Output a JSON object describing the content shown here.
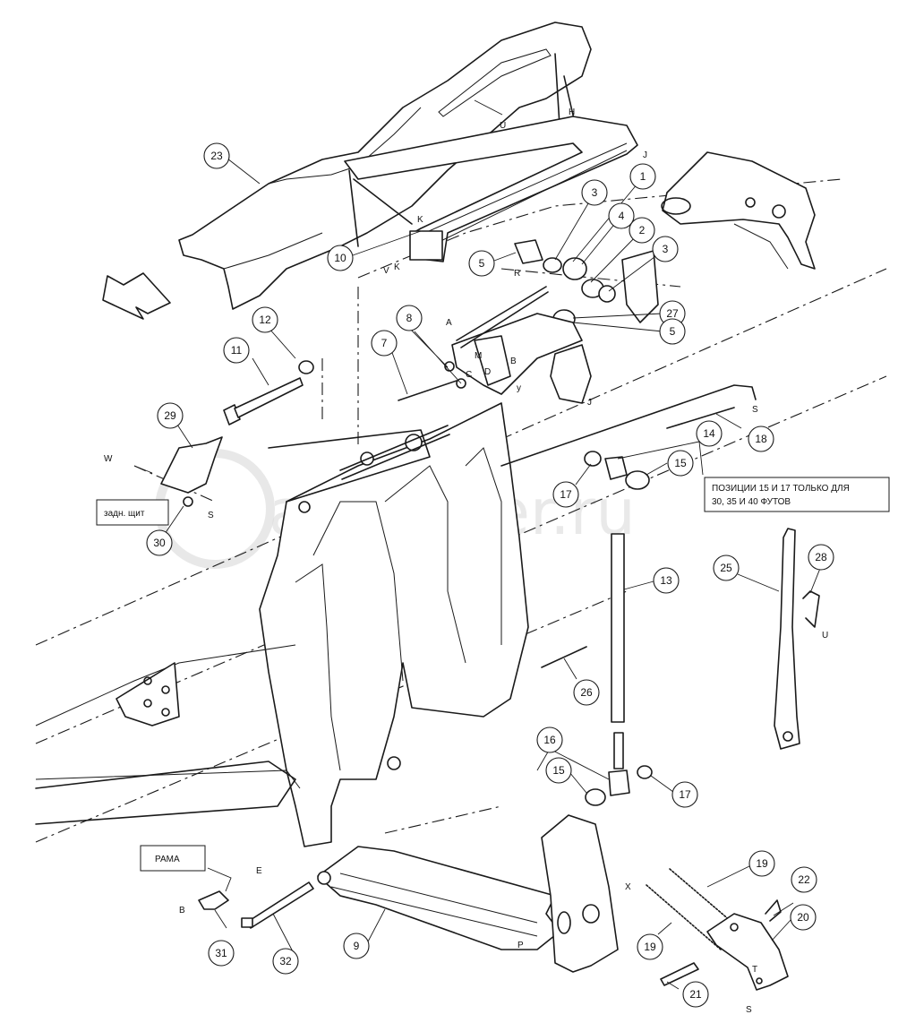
{
  "watermark": "autopiter.ru",
  "notes": {
    "positions_line1": "ПОЗИЦИИ 15 И 17 ТОЛЬКО ДЛЯ",
    "positions_line2": "30, 35 И 40 ФУТОВ",
    "rear_shield": "задн. щит",
    "frame": "РАМА"
  },
  "callouts": [
    "23",
    "10",
    "5",
    "3",
    "1",
    "4",
    "2",
    "3",
    "27",
    "5",
    "8",
    "7",
    "12",
    "11",
    "29",
    "30",
    "18",
    "14",
    "15",
    "17",
    "13",
    "25",
    "28",
    "26",
    "16",
    "15",
    "17",
    "19",
    "22",
    "20",
    "19",
    "21",
    "9",
    "31",
    "32"
  ],
  "letters": [
    "U",
    "H",
    "J",
    "K",
    "V",
    "K",
    "R",
    "A",
    "M",
    "B",
    "D",
    "C",
    "y",
    "J",
    "S",
    "W",
    "S",
    "E",
    "B",
    "X",
    "P",
    "T",
    "S",
    "U"
  ]
}
